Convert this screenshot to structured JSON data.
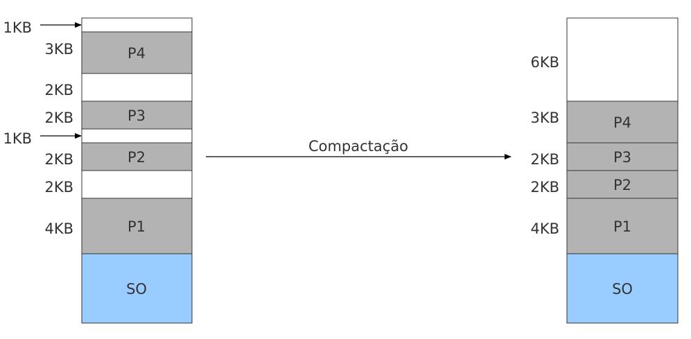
{
  "colors": {
    "process": "#b3b3b3",
    "os": "#99ccff",
    "free": "#ffffff",
    "border": "#333333",
    "text": "#333333"
  },
  "before": {
    "blocks": [
      {
        "type": "free",
        "size": "1KB",
        "label": ""
      },
      {
        "type": "process",
        "size": "3KB",
        "label": "P4"
      },
      {
        "type": "free",
        "size": "2KB",
        "label": ""
      },
      {
        "type": "process",
        "size": "2KB",
        "label": "P3"
      },
      {
        "type": "free",
        "size": "1KB",
        "label": ""
      },
      {
        "type": "process",
        "size": "2KB",
        "label": "P2"
      },
      {
        "type": "free",
        "size": "2KB",
        "label": ""
      },
      {
        "type": "process",
        "size": "4KB",
        "label": "P1"
      },
      {
        "type": "os",
        "size": "",
        "label": "SO"
      }
    ]
  },
  "transition": {
    "label": "Compactação"
  },
  "after": {
    "blocks": [
      {
        "type": "free",
        "size": "6KB",
        "label": ""
      },
      {
        "type": "process",
        "size": "3KB",
        "label": "P4"
      },
      {
        "type": "process",
        "size": "2KB",
        "label": "P3"
      },
      {
        "type": "process",
        "size": "2KB",
        "label": "P2"
      },
      {
        "type": "process",
        "size": "4KB",
        "label": "P1"
      },
      {
        "type": "os",
        "size": "",
        "label": "SO"
      }
    ]
  }
}
